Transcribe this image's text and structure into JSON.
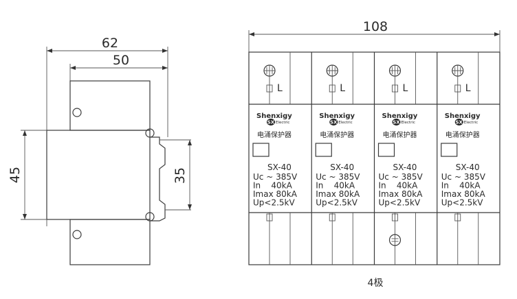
{
  "dimensions": {
    "overall_depth": "62",
    "body_depth": "50",
    "height": "45",
    "rail": "35",
    "width": "108"
  },
  "caption": "4极",
  "modules": [
    {
      "terminal_label": "L",
      "bottom_symbol": "terminal",
      "brand": "Shenxigy",
      "logo": "SX",
      "logo_sub": "Electric",
      "product_cn": "电涌保护器",
      "model": "SX-40",
      "specs": {
        "uc": "Uc ~ 385V",
        "in": "In    40kA",
        "imax": "Imax 80kA",
        "up": "Up<2.5kV"
      }
    },
    {
      "terminal_label": "L",
      "bottom_symbol": "terminal",
      "brand": "Shenxigy",
      "logo": "SX",
      "logo_sub": "Electric",
      "product_cn": "电涌保护器",
      "model": "SX-40",
      "specs": {
        "uc": "Uc ~ 385V",
        "in": "In    40kA",
        "imax": "Imax 80kA",
        "up": "Up<2.5kV"
      }
    },
    {
      "terminal_label": "L",
      "bottom_symbol": "ground-discharge",
      "brand": "Shenxigy",
      "logo": "SX",
      "logo_sub": "Electric",
      "product_cn": "电涌保护器",
      "model": "SX-40",
      "specs": {
        "uc": "Uc ~ 385V",
        "in": "In    40kA",
        "imax": "Imax 80kA",
        "up": "Up<2.5kV"
      }
    },
    {
      "terminal_label": "L",
      "bottom_symbol": "terminal",
      "brand": "Shenxigy",
      "logo": "SX",
      "logo_sub": "Electric",
      "product_cn": "电涌保护器",
      "model": "SX-40",
      "specs": {
        "uc": "Uc ~ 385V",
        "in": "In    40kA",
        "imax": "Imax 80kA",
        "up": "Up<2.5kV"
      }
    }
  ],
  "colors": {
    "line": "#3a3a3a",
    "logo_fill": "#222222"
  }
}
